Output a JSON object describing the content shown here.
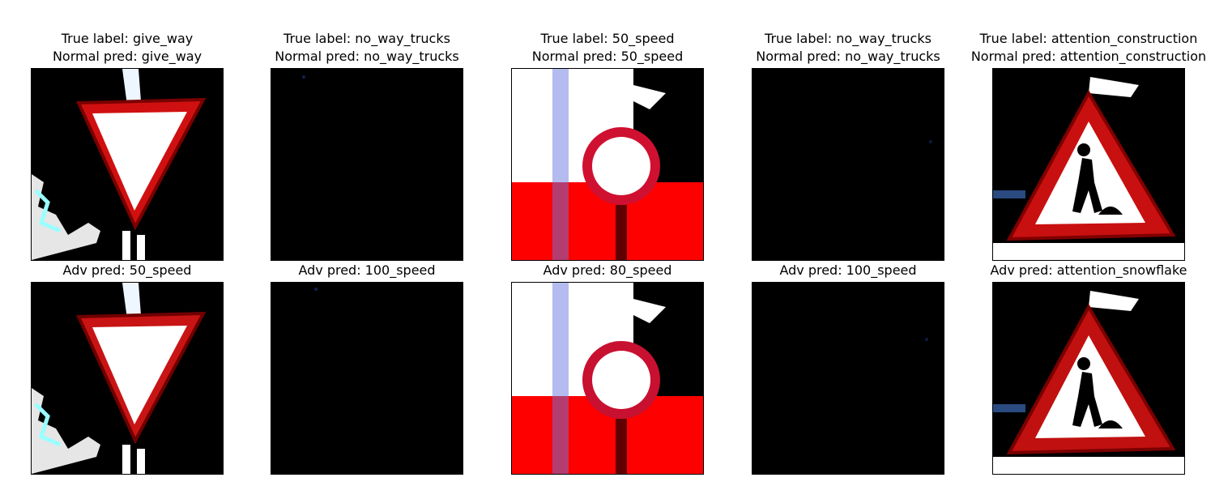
{
  "columns": [
    {
      "true_label": "True label: give_way",
      "normal_pred": "Normal pred: give_way",
      "adv_pred": "Adv pred: 50_speed"
    },
    {
      "true_label": "True label: no_way_trucks",
      "normal_pred": "Normal pred: no_way_trucks",
      "adv_pred": "Adv pred: 100_speed"
    },
    {
      "true_label": "True label: 50_speed",
      "normal_pred": "Normal pred: 50_speed",
      "adv_pred": "Adv pred: 80_speed"
    },
    {
      "true_label": "True label: no_way_trucks",
      "normal_pred": "Normal pred: no_way_trucks",
      "adv_pred": "Adv pred: 100_speed"
    },
    {
      "true_label": "True label: attention_construction",
      "normal_pred": "Normal pred: attention_construction",
      "adv_pred": "Adv pred: attention_snowflake"
    }
  ]
}
